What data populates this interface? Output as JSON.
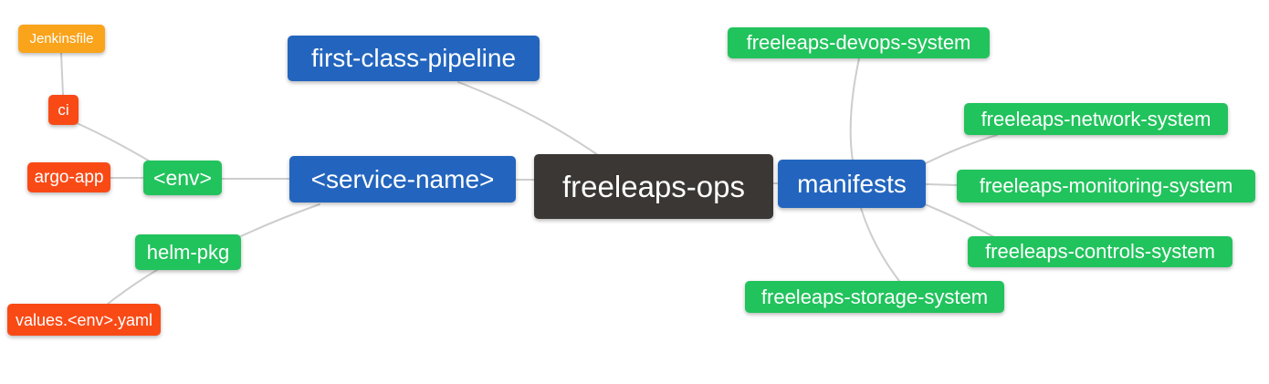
{
  "diagram": {
    "title": "freeleaps-ops repository mind map",
    "type": "mind-map",
    "palette": {
      "root_dark": "#3B3734",
      "branch_blue": "#2365BE",
      "leaf_green": "#21C35C",
      "leaf_red": "#F94A16",
      "leaf_amber": "#FAA41C",
      "connector_gray": "#CDCDCD",
      "text_white": "#FFFFFF",
      "background": "#FFFFFF"
    },
    "nodes": {
      "root": {
        "label": "freeleaps-ops"
      },
      "first_class_pipeline": {
        "label": "first-class-pipeline"
      },
      "service_name": {
        "label": "<service-name>"
      },
      "manifests": {
        "label": "manifests"
      },
      "env": {
        "label": "<env>"
      },
      "helm_pkg": {
        "label": "helm-pkg"
      },
      "ci": {
        "label": "ci"
      },
      "argo_app": {
        "label": "argo-app"
      },
      "jenkinsfile": {
        "label": "Jenkinsfile"
      },
      "values_env_yaml": {
        "label": "values.<env>.yaml"
      },
      "devops_system": {
        "label": "freeleaps-devops-system"
      },
      "network_system": {
        "label": "freeleaps-network-system"
      },
      "monitoring_system": {
        "label": "freeleaps-monitoring-system"
      },
      "controls_system": {
        "label": "freeleaps-controls-system"
      },
      "storage_system": {
        "label": "freeleaps-storage-system"
      }
    },
    "edges": [
      "jenkinsfile → ci",
      "ci → env",
      "argo_app → env",
      "env → service_name",
      "helm_pkg → service_name",
      "values_env_yaml → helm_pkg",
      "service_name → root",
      "first_class_pipeline → root",
      "root → manifests",
      "manifests → devops_system",
      "manifests → network_system",
      "manifests → monitoring_system",
      "manifests → controls_system",
      "manifests → storage_system"
    ]
  }
}
